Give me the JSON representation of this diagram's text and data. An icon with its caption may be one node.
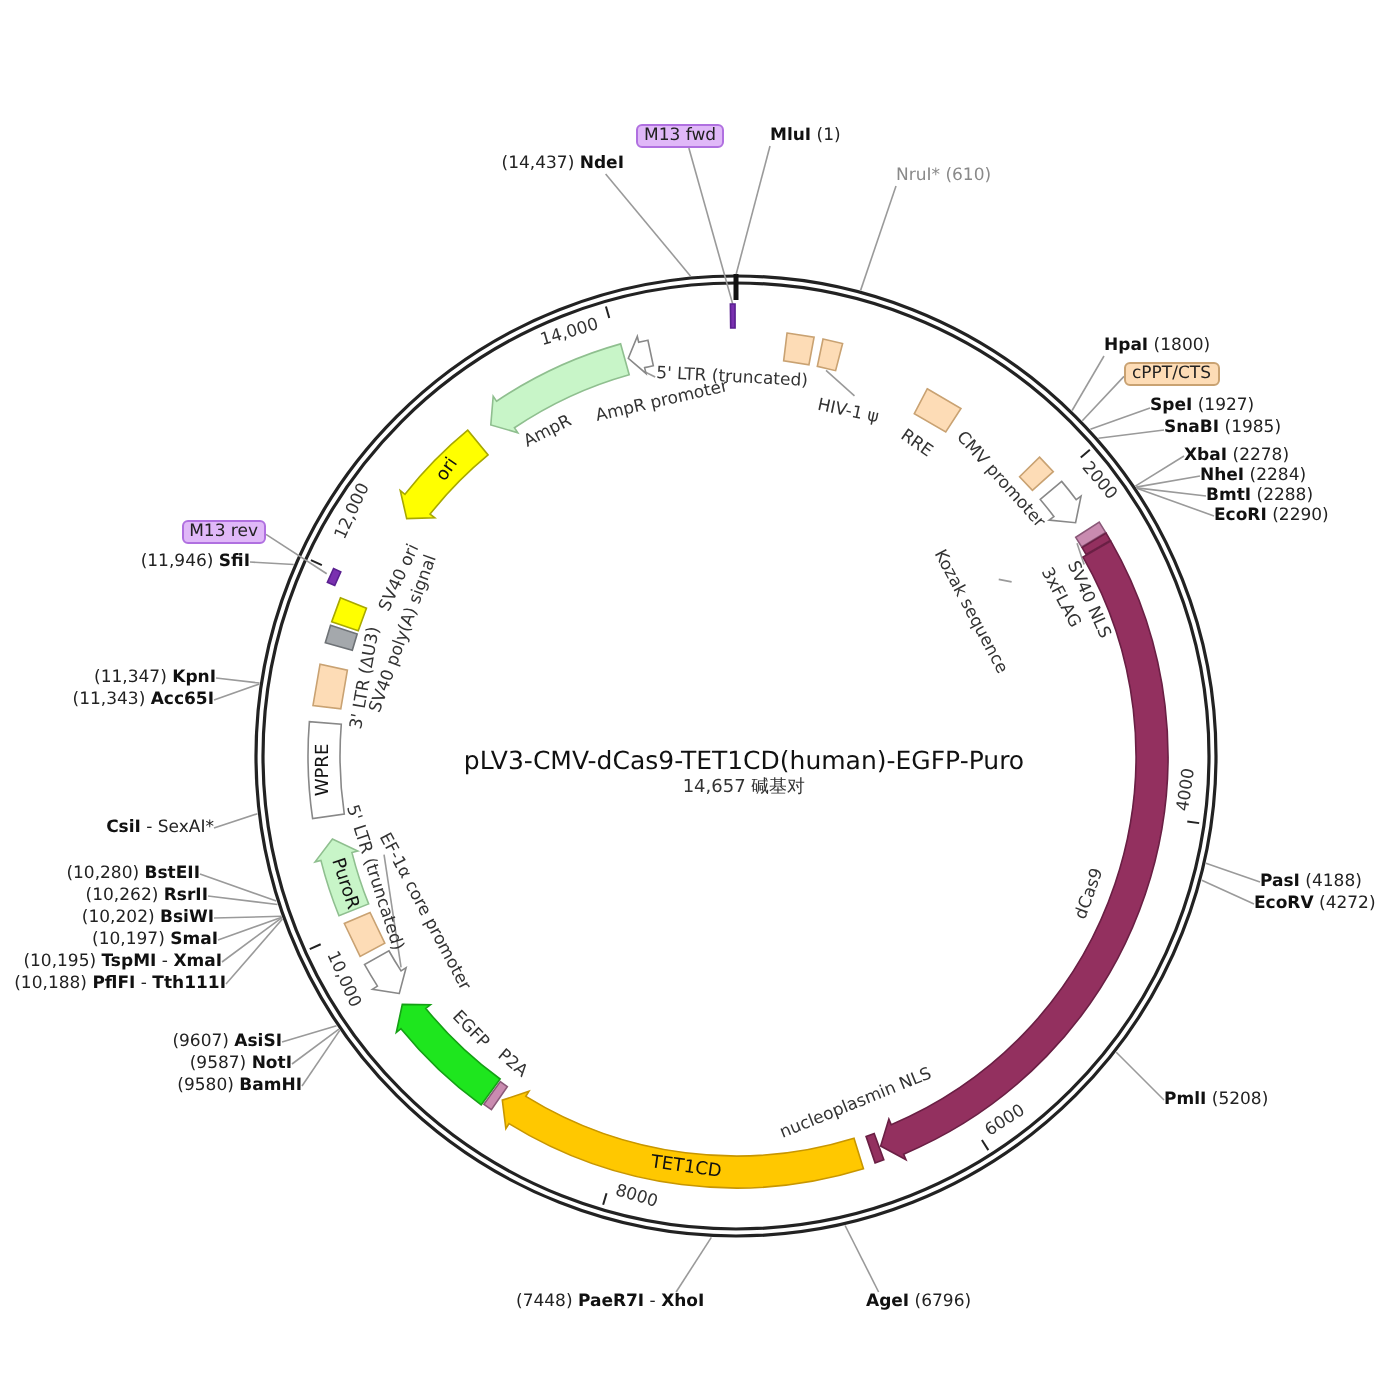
{
  "diagram": {
    "title": "pLV3-CMV-dCas9-TET1CD(human)-EGFP-Puro",
    "nodes": [
      {
        "text": [
          "(14,437) **NdeI**"
        ]
      },
      {
        "text": [
          "M13 fwd"
        ]
      },
      {
        "text": [],
        "shape": "bar"
      },
      {
        "text": [
          "**MluI** (1)"
        ]
      },
      {
        "text": [
          "NruI* (610)"
        ]
      },
      {
        "text": [
          "AmpR promoter"
        ]
      },
      {
        "text": [],
        "shape": "arrow"
      },
      {
        "text": [
          "AmpR"
        ]
      },
      {
        "text": [],
        "shape": "box"
      },
      {
        "text": [],
        "shape": "box"
      },
      {
        "text": [
          "HIV-1 ψ"
        ]
      },
      {
        "text": [
          "RRE"
        ]
      },
      {
        "text": [
          "**HpaI** (1800)"
        ]
      },
      {
        "text": [
          "cPPT/CTS"
        ]
      },
      {
        "text": [
          "**SpeI** (1927)"
        ]
      },
      {
        "text": [
          "**SnaBI** (1985)"
        ]
      },
      {
        "text": [],
        "shape": "box"
      },
      {
        "text": [
          "CMV promoter"
        ]
      },
      {
        "text": [
          "**XbaI** (2278)"
        ]
      },
      {
        "text": [
          "**NheI** (2284)"
        ]
      },
      {
        "text": [
          "**BmtI** (2288)"
        ]
      },
      {
        "text": [
          "**EcoRI** (2290)"
        ]
      },
      {
        "text": [],
        "shape": "box"
      },
      {
        "text": [
          "3xFLAG"
        ]
      },
      {
        "text": [
          "Kozak sequence"
        ]
      },
      {
        "text": [
          "SV40 NLS"
        ]
      },
      {
        "text": [
          "dCas9"
        ]
      },
      {
        "text": [
          "**PasI** (4188)"
        ]
      },
      {
        "text": [
          "**EcoRV** (4272)"
        ]
      },
      {
        "text": [
          "**PmlI** (5208)"
        ]
      },
      {
        "text": [
          "nucleoplasmin NLS"
        ]
      },
      {
        "text": [
          "**AgeI** (6796)"
        ]
      },
      {
        "text": [
          "TET1CD"
        ]
      },
      {
        "text": [
          "(7448) **PaeR7I** - **XhoI**"
        ]
      },
      {
        "text": [
          "P2A"
        ]
      },
      {
        "text": [
          "EGFP"
        ]
      },
      {
        "text": [
          "(9607) **AsiSI**"
        ]
      },
      {
        "text": [
          "(9587) **NotI**"
        ]
      },
      {
        "text": [
          "(9580) **BamHI**"
        ]
      },
      {
        "text": [],
        "shape": "arrow"
      },
      {
        "text": [
          "EF-1α core promoter"
        ]
      },
      {
        "text": [
          "5' LTR (truncated)"
        ]
      },
      {
        "text": [
          "PuroR"
        ]
      },
      {
        "text": [
          "(10,280) **BstEII**"
        ]
      },
      {
        "text": [
          "(10,262) **RsrII**"
        ]
      },
      {
        "text": [
          "(10,202) **BsiWI**"
        ]
      },
      {
        "text": [
          "(10,197) **SmaI**"
        ]
      },
      {
        "text": [
          "(10,195) **TspMI** - **XmaI**"
        ]
      },
      {
        "text": [
          "(10,188) **PflFI** - **Tth111I**"
        ]
      },
      {
        "text": [
          "**CsiI** - SexAI*"
        ]
      },
      {
        "text": [
          "WPRE"
        ]
      },
      {
        "text": [
          "(11,347) **KpnI**"
        ]
      },
      {
        "text": [
          "(11,343) **Acc65I**"
        ]
      },
      {
        "text": [
          "3' LTR (ΔU3)"
        ]
      },
      {
        "text": [
          "SV40 poly(A) signal"
        ]
      },
      {
        "text": [
          "SV40 ori"
        ]
      },
      {
        "text": [
          "(11,946) **SfiI**"
        ]
      },
      {
        "text": [
          "M13 rev"
        ]
      },
      {
        "text": [],
        "shape": "bar"
      },
      {
        "text": [
          "ori"
        ]
      }
    ],
    "edges": [
      {
        "from": 0,
        "to": null,
        "arrow": "none"
      },
      {
        "from": 1,
        "to": 2,
        "arrow": "none"
      },
      {
        "from": 3,
        "to": null,
        "arrow": "none"
      },
      {
        "from": 4,
        "to": null,
        "arrow": "none"
      },
      {
        "from": 5,
        "to": 6,
        "arrow": "none"
      },
      {
        "from": 10,
        "to": 9,
        "arrow": "none"
      },
      {
        "from": 12,
        "to": null,
        "arrow": "none"
      },
      {
        "from": 13,
        "to": null,
        "arrow": "none"
      },
      {
        "from": 14,
        "to": null,
        "arrow": "none"
      },
      {
        "from": 15,
        "to": null,
        "arrow": "none"
      },
      {
        "from": 18,
        "to": null,
        "arrow": "none"
      },
      {
        "from": 19,
        "to": null,
        "arrow": "none"
      },
      {
        "from": 20,
        "to": null,
        "arrow": "none"
      },
      {
        "from": 21,
        "to": null,
        "arrow": "none"
      },
      {
        "from": 23,
        "to": 22,
        "arrow": "none"
      },
      {
        "from": 24,
        "to": null,
        "arrow": "none"
      },
      {
        "from": 27,
        "to": null,
        "arrow": "none"
      },
      {
        "from": 28,
        "to": null,
        "arrow": "none"
      },
      {
        "from": 29,
        "to": null,
        "arrow": "none"
      },
      {
        "from": 31,
        "to": null,
        "arrow": "none"
      },
      {
        "from": 33,
        "to": null,
        "arrow": "none"
      },
      {
        "from": 36,
        "to": null,
        "arrow": "none"
      },
      {
        "from": 37,
        "to": null,
        "arrow": "none"
      },
      {
        "from": 38,
        "to": null,
        "arrow": "none"
      },
      {
        "from": 40,
        "to": 39,
        "arrow": "none"
      },
      {
        "from": 43,
        "to": null,
        "arrow": "none"
      },
      {
        "from": 44,
        "to": null,
        "arrow": "none"
      },
      {
        "from": 45,
        "to": null,
        "arrow": "none"
      },
      {
        "from": 46,
        "to": null,
        "arrow": "none"
      },
      {
        "from": 47,
        "to": null,
        "arrow": "none"
      },
      {
        "from": 48,
        "to": null,
        "arrow": "none"
      },
      {
        "from": 49,
        "to": null,
        "arrow": "none"
      },
      {
        "from": 51,
        "to": null,
        "arrow": "none"
      },
      {
        "from": 52,
        "to": null,
        "arrow": "none"
      },
      {
        "from": 56,
        "to": null,
        "arrow": "none"
      },
      {
        "from": 57,
        "to": 58,
        "arrow": "none"
      }
    ],
    "labels": [
      "5' LTR (truncated)",
      "14,000",
      "2000",
      "4000",
      "6000",
      "8000",
      "10,000",
      "12,000",
      "14,657 碱基对"
    ]
  }
}
